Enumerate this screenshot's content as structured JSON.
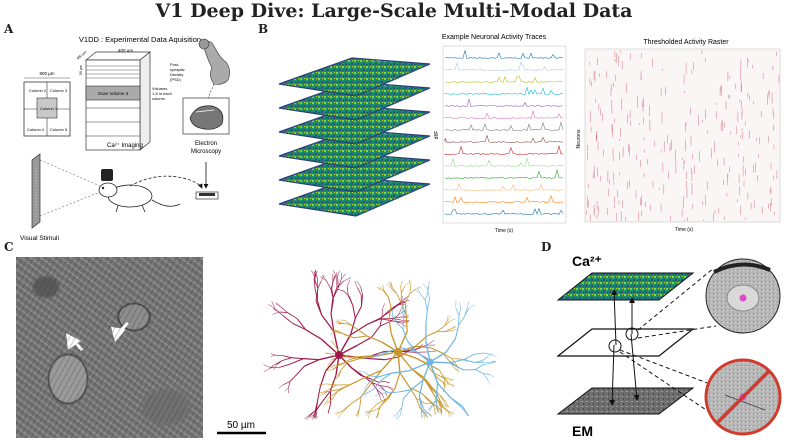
{
  "title": "V1 Deep Dive: Large-Scale Multi-Modal Data",
  "panels": {
    "a": {
      "label": "A",
      "heading": "V1DD : Experimental Data Aquisition",
      "dim_800": "800 µm",
      "dim_400": "400 µm",
      "dim_400_side": "400 µm",
      "dim_50": "50 µm",
      "columns": [
        "Column 2",
        "Column 3",
        "Column 1",
        "Column 4",
        "Column 5"
      ],
      "scan_volume": "Scan Volume 3",
      "volumes_note": "Volumes 1-5 in each column",
      "psd_note": "Post-synaptic Density (PSD)",
      "em_label": "Electron Microscopy",
      "ca_label": "Ca²⁺ Imaging",
      "stim_label": "Visual Stimuli"
    },
    "b": {
      "label": "B",
      "traces_title": "Example Neuronal Activity Traces",
      "raster_title": "Thresholded Activity Raster",
      "traces_ylabel": "df/F",
      "traces_xlabel": "Time (s)",
      "raster_ylabel": "Neurons",
      "raster_xlabel": "Time (s)",
      "trace_colors": [
        "#1f77b4",
        "#aec7e8",
        "#bcbd22",
        "#17becf",
        "#9467bd",
        "#e377c2",
        "#7f7f7f",
        "#8c564b",
        "#d62728",
        "#98df8a",
        "#2ca02c",
        "#ffbb78",
        "#ff7f0e",
        "#1f77b4"
      ]
    },
    "c": {
      "label": "C",
      "scale_bar": "50 µm",
      "neuron_colors": [
        "#a0174a",
        "#c9962a",
        "#6cb6e0"
      ]
    },
    "d": {
      "label": "D",
      "ca_label": "Ca²⁺",
      "em_label": "EM",
      "good_match_color": "#e04ad0",
      "bad_match_color": "#d0392b"
    }
  }
}
